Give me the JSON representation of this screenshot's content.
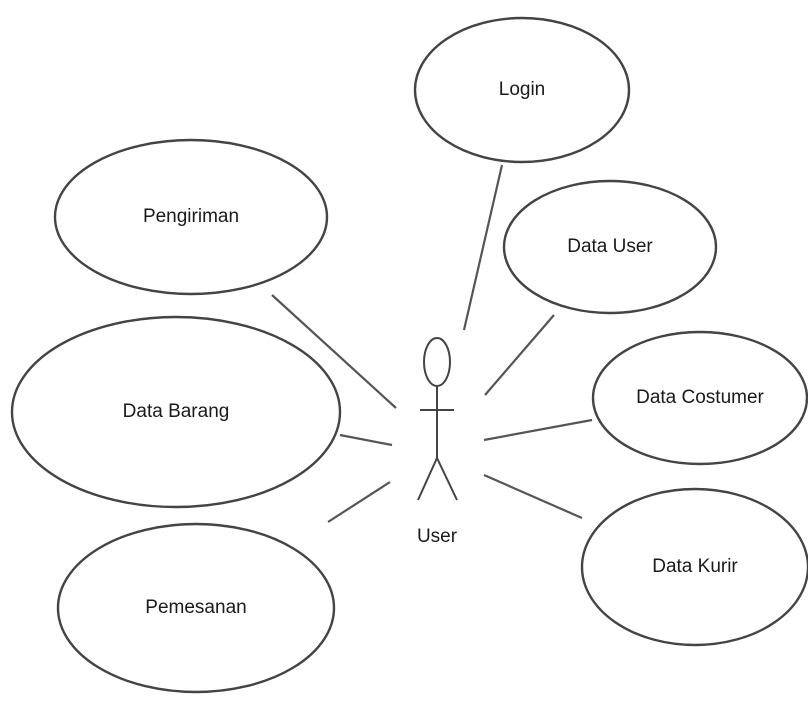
{
  "actor": {
    "name": "User"
  },
  "use_cases": {
    "login": "Login",
    "pengiriman": "Pengiriman",
    "data_user": "Data User",
    "data_barang": "Data Barang",
    "data_costumer": "Data Costumer",
    "data_kurir": "Data Kurir",
    "pemesanan": "Pemesanan"
  }
}
